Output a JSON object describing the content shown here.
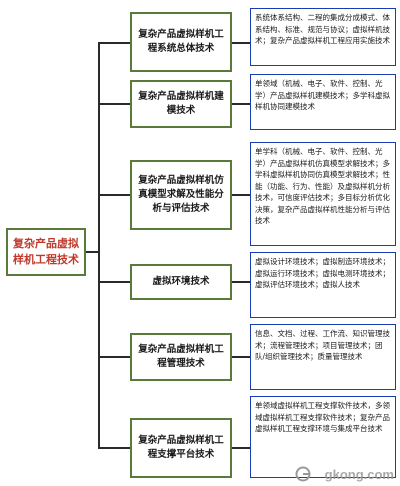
{
  "root": {
    "label": "复杂产品虚拟样机工程技术"
  },
  "branches": [
    {
      "title": "复杂产品虚拟样机工程系统总体技术",
      "detail": "系统体系结构、二程的集成分成模式、体系结构、标准、规范与协议；虚拟样机技术；复杂产品虚拟样机工程应用实施技术"
    },
    {
      "title": "复杂产品虚拟样机建模技术",
      "detail": "单领域（机械、电子、软件、控制、光学）产品虚拟样机建模技术；多学科虚拟样机协同建模技术"
    },
    {
      "title": "复杂产品虚拟样机仿真模型求解及性能分析与评估技术",
      "detail": "单学科（机械、电子、软件、控制、光学）产品虚拟样机仿真模型求解技术；多学科虚拟样机协同仿真模型求解技术；性能（功能、行为、性能）及虚拟样机分析技术，可信度评估技术；多目标分析优化决策，复杂产品虚拟样机性能分析与评估技术"
    },
    {
      "title": "虚拟环境技术",
      "detail": "虚拟设计环境技术；虚拟制造环境技术；虚拟运行环境技术；虚拟电测环境技术；虚拟评估环境技术；虚拟人技术"
    },
    {
      "title": "复杂产品虚拟样机工程管理技术",
      "detail": "信息、文档、过程、工作流、知识管理技术；流程管理技术；项目管理技术；团队/组织管理技术；质量管理技术"
    },
    {
      "title": "复杂产品虚拟样机工程支撑平台技术",
      "detail": "单领域虚拟样机工程支撑软件技术，多领域虚拟样机工程支撑软件技术；复杂产品虚拟样机工程支撑环境与集成平台技术"
    }
  ],
  "watermark": {
    "text": "gkong.com"
  },
  "colors": {
    "root_text": "#c0392b",
    "mid_border": "#5a7a3a",
    "leaf_border": "#1a3bb3",
    "connector": "#2a2a2a"
  }
}
